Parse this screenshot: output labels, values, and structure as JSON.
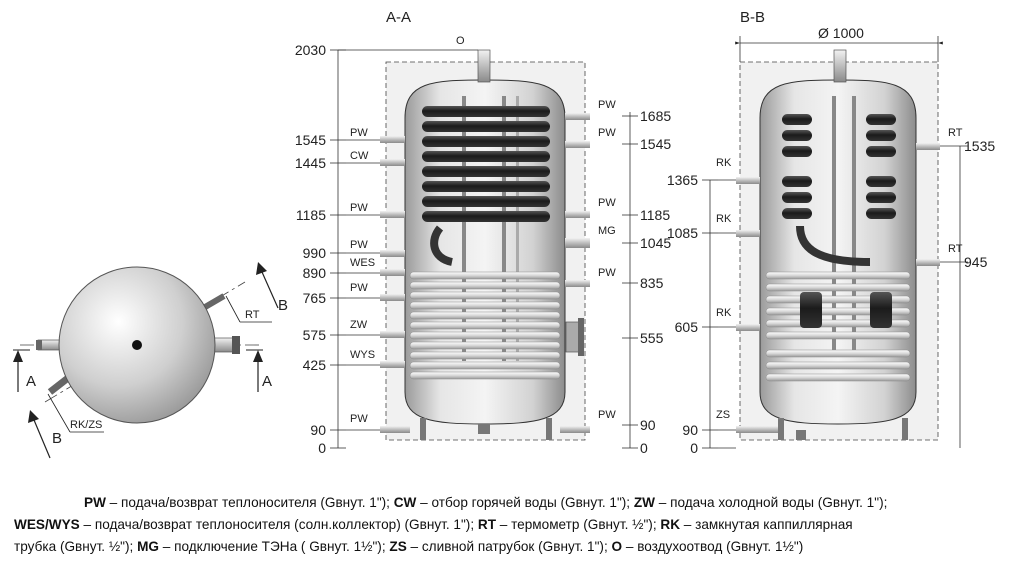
{
  "sections": {
    "aa": "A-A",
    "bb": "B-B"
  },
  "top_view": {
    "arrow_a": "A",
    "arrow_b": "B",
    "rt": "RT",
    "rkzs": "RK/ZS"
  },
  "aa": {
    "top_o": "O",
    "left_dims": [
      "2030",
      "1545",
      "1445",
      "1185",
      "990",
      "890",
      "765",
      "575",
      "425",
      "90",
      "0"
    ],
    "left_labels": [
      "PW",
      "CW",
      "PW",
      "PW",
      "WES",
      "PW",
      "ZW",
      "WYS",
      "PW"
    ],
    "right_labels": [
      "PW",
      "PW",
      "PW",
      "MG",
      "PW",
      "PW"
    ],
    "right_dims": [
      "1685",
      "1545",
      "1185",
      "1045",
      "835",
      "555",
      "90",
      "0"
    ]
  },
  "bb": {
    "diameter": "Ø 1000",
    "left_dims": [
      "1365",
      "1085",
      "605",
      "90",
      "0"
    ],
    "left_labels": [
      "RK",
      "RK",
      "RK",
      "ZS"
    ],
    "right_labels": [
      "RT",
      "RT"
    ],
    "right_dims": [
      "1535",
      "945"
    ]
  },
  "legend": [
    [
      {
        "b": "PW",
        "t": " – подача/возврат теплоносителя (Gвнут. 1\"); "
      },
      {
        "b": "CW",
        "t": " – отбор горячей воды (Gвнут. 1\"); "
      },
      {
        "b": "ZW",
        "t": " – подача холодной воды (Gвнут. 1\");"
      }
    ],
    [
      {
        "b": "WES/WYS",
        "t": " – подача/возврат теплоносителя (солн.коллектор) (Gвнут. 1\"); "
      },
      {
        "b": "RT",
        "t": " – термометр (Gвнут. ½\"); "
      },
      {
        "b": "RK",
        "t": " – замкнутая каппиллярная"
      }
    ],
    [
      {
        "b": "",
        "t": "трубка (Gвнут. ½\"); "
      },
      {
        "b": "MG",
        "t": " – подключение ТЭНа ( Gвнут. 1½\"); "
      },
      {
        "b": "ZS",
        "t": " – сливной патрубок (Gвнут. 1\"); "
      },
      {
        "b": "O",
        "t": " – воздухоотвод (Gвнут. 1½\")"
      }
    ]
  ]
}
